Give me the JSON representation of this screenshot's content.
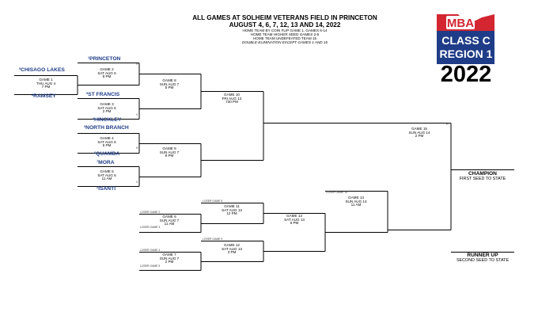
{
  "header": {
    "title": "ALL GAMES AT SOLHEIM VETERANS FIELD IN PRINCETON",
    "dates": "AUGUST 4, 6, 7, 12, 13 AND 14, 2022",
    "notes": [
      "HOME TEAM BY COIN FLIP GAME 1, GAMES 6-14",
      "HOME TEAM HIGHER SEED GAMES 2-5",
      "HOME TEAM UNDEFEATED TEAM 15",
      "DOUBLE-ELIMINATION EXCEPT GAMES 1 AND 15"
    ]
  },
  "logo": {
    "brand": "MBA",
    "line1": "CLASS C",
    "line2": "REGION 1",
    "year": "2022",
    "colors": {
      "red": "#d32630",
      "blue": "#1f3c88"
    }
  },
  "teams": [
    {
      "seed": "1",
      "name": "PRINCETON"
    },
    {
      "seed": "9",
      "name": "CHISAGO LAKES"
    },
    {
      "seed": "8",
      "name": "RAMSEY"
    },
    {
      "seed": "5",
      "name": "ST FRANCIS"
    },
    {
      "seed": "4",
      "name": "HINCKLEY"
    },
    {
      "seed": "3",
      "name": "NORTH BRANCH"
    },
    {
      "seed": "6",
      "name": "QUAMBA"
    },
    {
      "seed": "7",
      "name": "MORA"
    },
    {
      "seed": "2",
      "name": "ISANTI"
    }
  ],
  "games": {
    "g1": [
      "GAME 1",
      "THU AUG 4",
      "7 PM"
    ],
    "g2": [
      "GAME 2",
      "SAT AUG 6",
      "8 PM"
    ],
    "g3": [
      "GAME 3",
      "SAT AUG 6",
      "2 PM"
    ],
    "g4": [
      "GAME 4",
      "SAT AUG 6",
      "5 PM"
    ],
    "g5": [
      "GAME 5",
      "SAT AUG 6",
      "11 AM"
    ],
    "g6": [
      "GAME 6",
      "SUN AUG 7",
      "11 AM"
    ],
    "g7": [
      "GAME 7",
      "SUN AUG 7",
      "2 PM"
    ],
    "g8": [
      "GAME 8",
      "SUN AUG 7",
      "5 PM"
    ],
    "g9": [
      "GAME 9",
      "SUN AUG 7",
      "8 PM"
    ],
    "g10": [
      "GAME 10",
      "FRI AUG 12",
      "730 PM"
    ],
    "g11": [
      "GAME 11",
      "SAT AUG 13",
      "12 PM"
    ],
    "g12": [
      "GAME 12",
      "SAT AUG 13",
      "3 PM"
    ],
    "g13": [
      "GAME 13",
      "SAT AUG 13",
      "6 PM"
    ],
    "g14": [
      "GAME 14",
      "SUN AUG 14",
      "11 AM"
    ],
    "g15": [
      "GAME 15",
      "SUN AUG 14",
      "2 PM"
    ]
  },
  "slot_tags": {
    "h": "H",
    "v": "V",
    "loser_g8": "LOSER GAME 8",
    "loser_g2": "LOSER GAME 2",
    "loser_g3": "LOSER GAME 3",
    "loser_g9": "LOSER GAME 9",
    "loser_g4": "LOSER GAME 4",
    "loser_g5": "LOSER GAME 5",
    "loser_g10": "LOSER GAME 10"
  },
  "results": {
    "champion": "CHAMPION",
    "champion_sub": "FIRST SEED TO STATE",
    "runner_up": "RUNNER UP",
    "runner_up_sub": "SECOND SEED TO STATE"
  }
}
